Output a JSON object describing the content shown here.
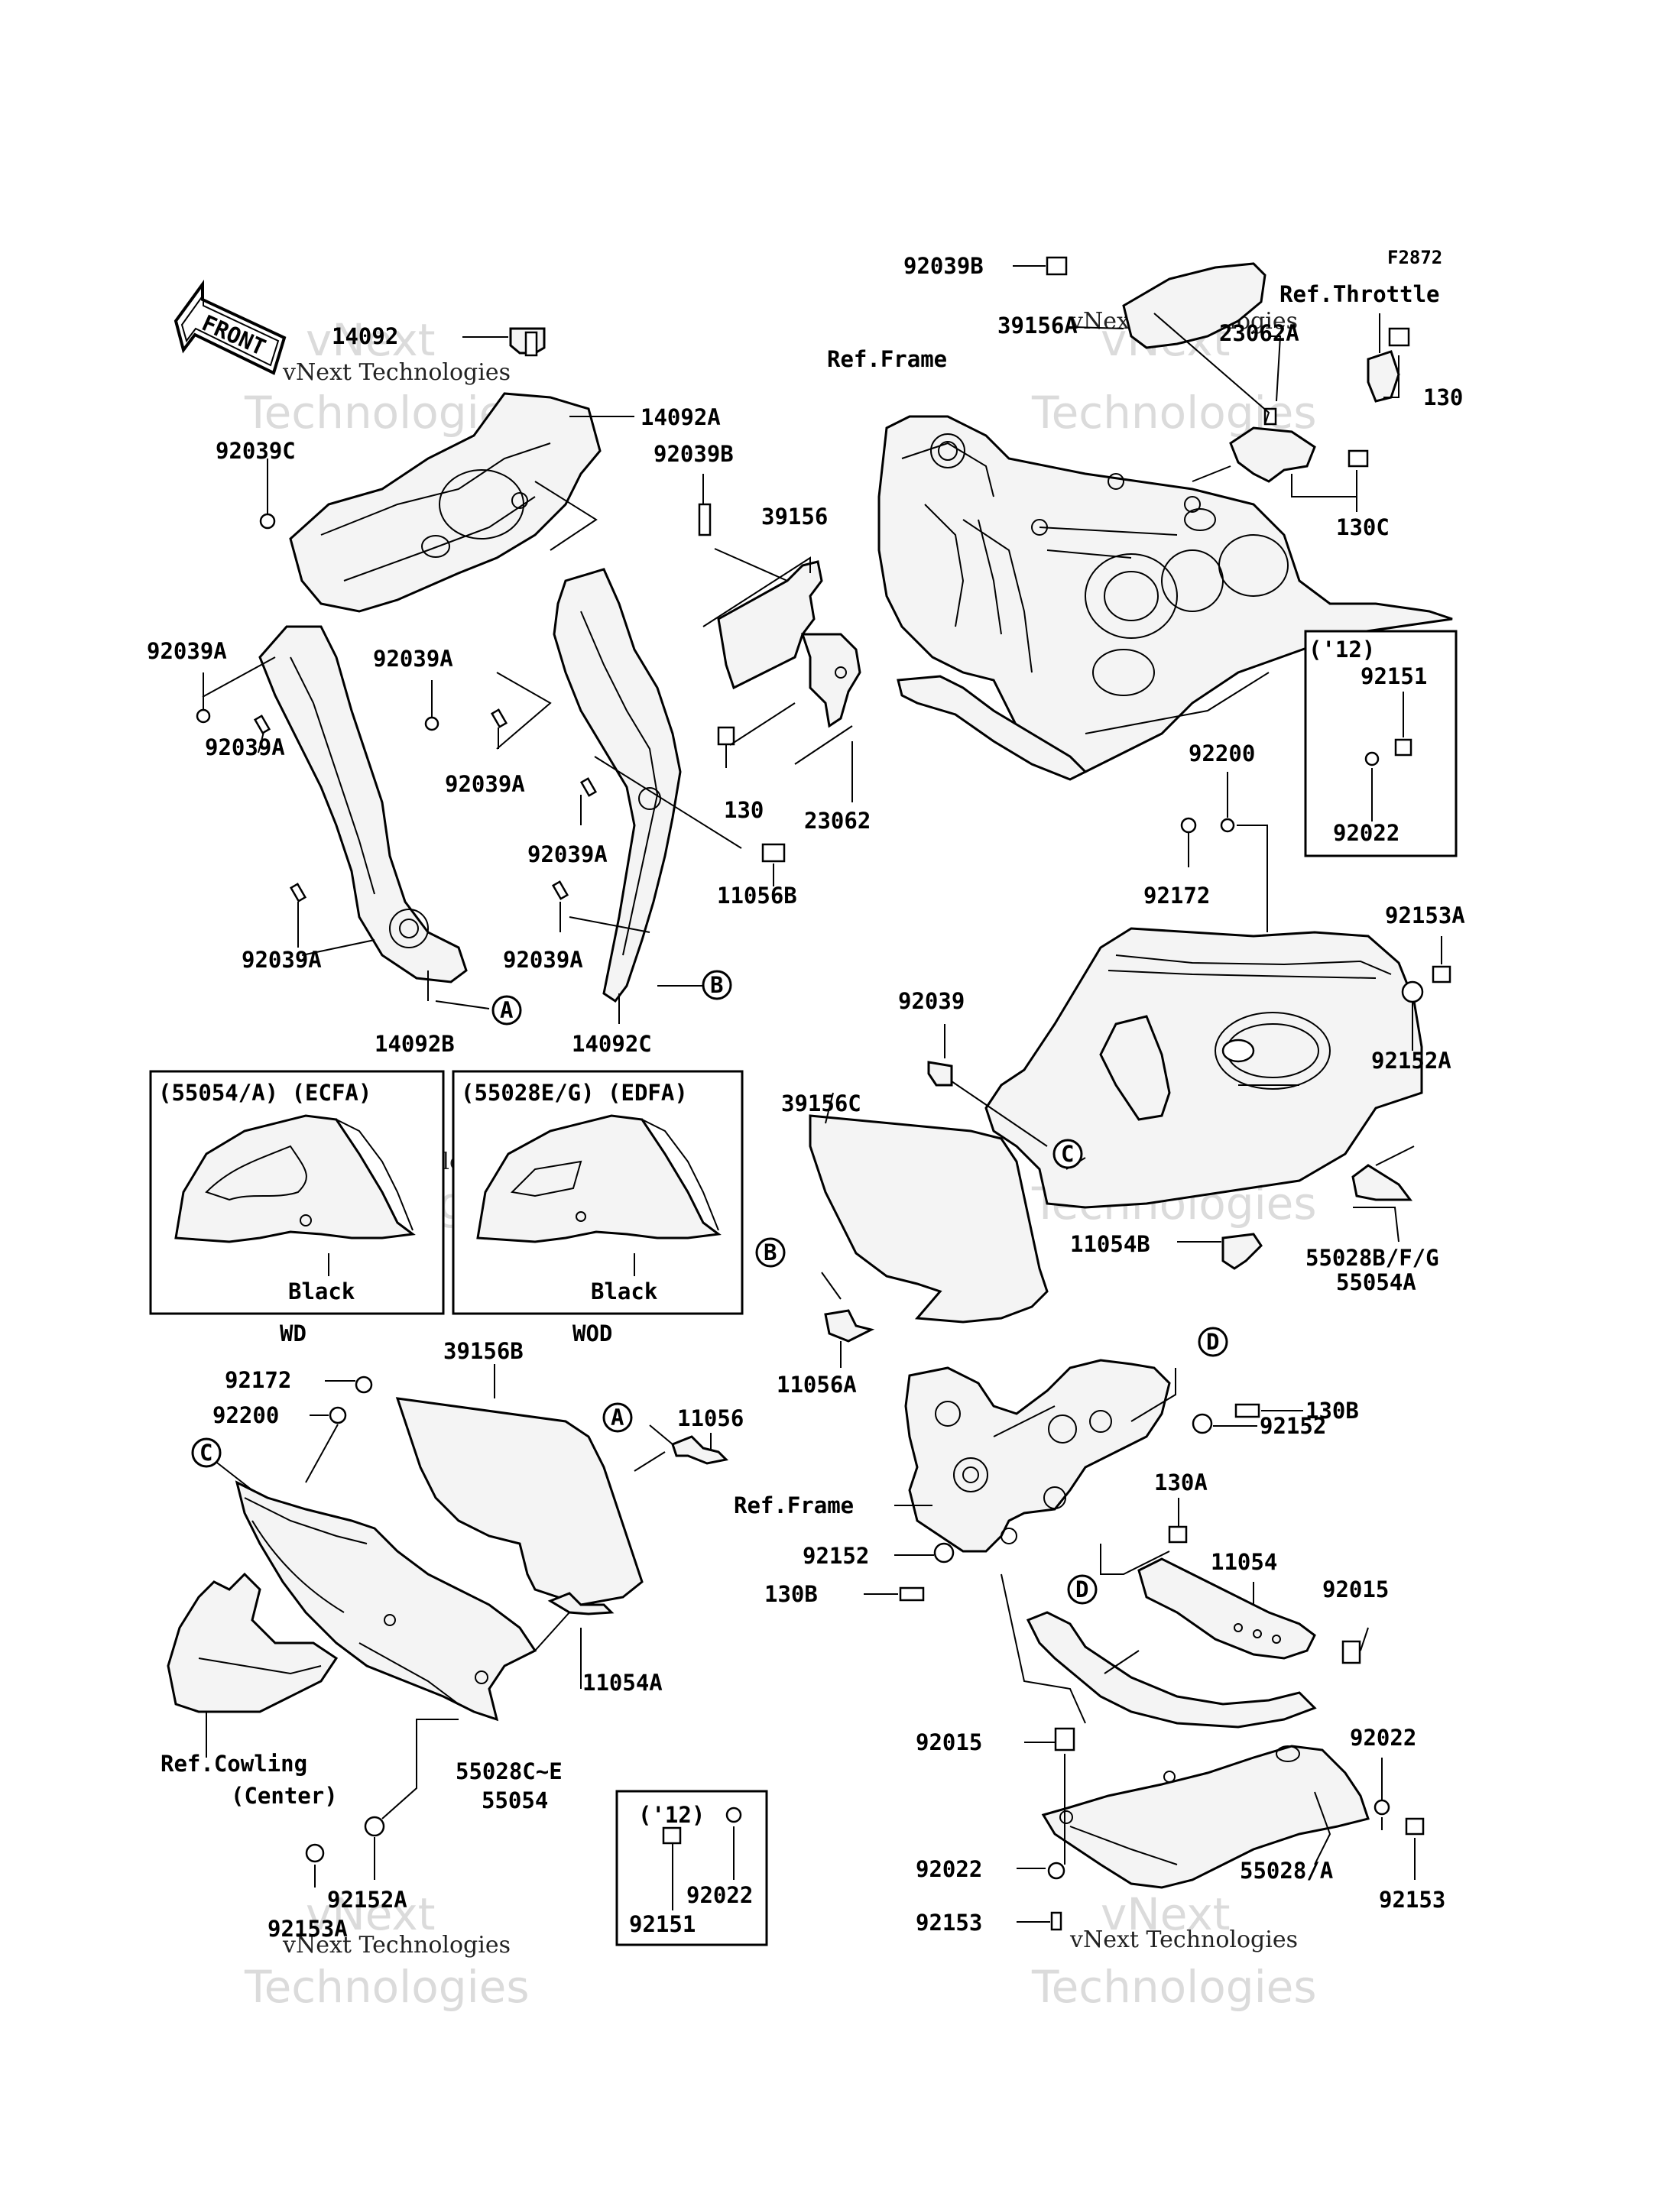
{
  "figure_code": "F2872",
  "front_label": "FRONT",
  "watermark": {
    "line1": "vNext",
    "line2": "Technologies",
    "small": "vNext Technologies"
  },
  "refs": {
    "throttle": "Ref.Throttle",
    "frame_top": "Ref.Frame",
    "frame_mid": "Ref.Frame",
    "cowling_center_1": "Ref.Cowling",
    "cowling_center_2": "(Center)"
  },
  "callouts": {
    "a": "A",
    "b": "B",
    "c": "C",
    "d": "D"
  },
  "inset_ecfa": {
    "title": "(55054/A)  (ECFA)",
    "color": "Black",
    "caption": "WD"
  },
  "inset_edfa": {
    "title": "(55028E/G) (EDFA)",
    "color": "Black",
    "caption": "WOD"
  },
  "inset_12_top": {
    "title": "('12)",
    "p1": "92151",
    "p2": "92022"
  },
  "inset_12_bottom": {
    "title": "('12)",
    "p1": "92022",
    "p2": "92151"
  },
  "parts": {
    "p14092": "14092",
    "p14092A": "14092A",
    "p92039C": "92039C",
    "p92039B_mid": "92039B",
    "p39156": "39156",
    "p92039A_l1": "92039A",
    "p92039A_l2": "92039A",
    "p92039A_l3": "92039A",
    "p92039A_r1": "92039A",
    "p92039A_r2": "92039A",
    "p92039A_r3": "92039A",
    "p92039A_r4": "92039A",
    "p130_mid": "130",
    "p23062": "23062",
    "p11056B": "11056B",
    "p14092B": "14092B",
    "p14092C": "14092C",
    "p92039B_top": "92039B",
    "p39156A": "39156A",
    "p23062A": "23062A",
    "p130_top": "130",
    "p130C": "130C",
    "p92200_top": "92200",
    "p92172_top": "92172",
    "p92153A_top": "92153A",
    "p92152A_top": "92152A",
    "p92039": "92039",
    "p39156C": "39156C",
    "p11054B": "11054B",
    "p55028BFG": "55028B/F/G",
    "p55054A": "55054A",
    "p11056A": "11056A",
    "p92172_bot": "92172",
    "p92200_bot": "92200",
    "p39156B": "39156B",
    "p11056": "11056",
    "p11054A": "11054A",
    "p55028CE": "55028C~E",
    "p55054": "55054",
    "p92152A_bot": "92152A",
    "p92153A_bot": "92153A",
    "p130B_r": "130B",
    "p92152_r": "92152",
    "p130A": "130A",
    "p92152_l": "92152",
    "p130B_l": "130B",
    "p11054": "11054",
    "p92015_r": "92015",
    "p92015_l": "92015",
    "p92022_r": "92022",
    "p92022_l": "92022",
    "p55028A": "55028/A",
    "p92153_l": "92153",
    "p92153_r": "92153"
  }
}
